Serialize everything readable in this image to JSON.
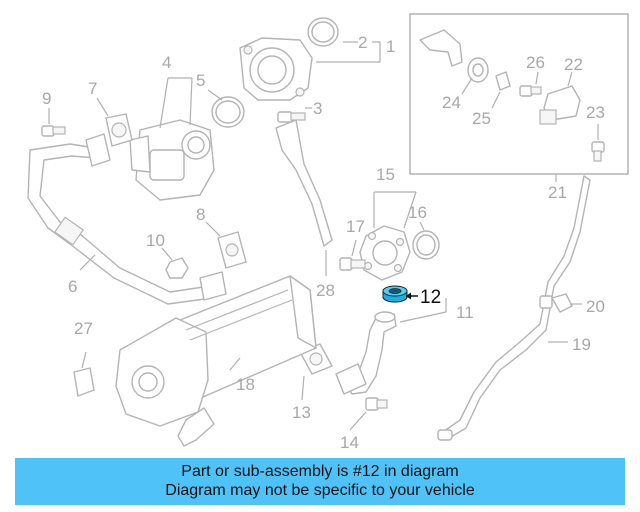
{
  "diagram": {
    "callouts": {
      "c1": "1",
      "c2": "2",
      "c3": "3",
      "c4": "4",
      "c5": "5",
      "c6": "6",
      "c7": "7",
      "c8": "8",
      "c9": "9",
      "c10": "10",
      "c11": "11",
      "c12": "12",
      "c13": "13",
      "c14": "14",
      "c15": "15",
      "c16": "16",
      "c17": "17",
      "c18": "18",
      "c19": "19",
      "c20": "20",
      "c21": "21",
      "c22": "22",
      "c23": "23",
      "c24": "24",
      "c25": "25",
      "c26": "26",
      "c27": "27",
      "c28": "28"
    },
    "highlight_part": "12",
    "colors": {
      "highlight_part_fill": "#1ab0e0",
      "line_art": "#b4b4b4",
      "banner": "#4fc3f7"
    }
  },
  "banner": {
    "line1": "Part or sub-assembly is #12 in diagram",
    "line2": "Diagram may not be specific to your vehicle"
  }
}
